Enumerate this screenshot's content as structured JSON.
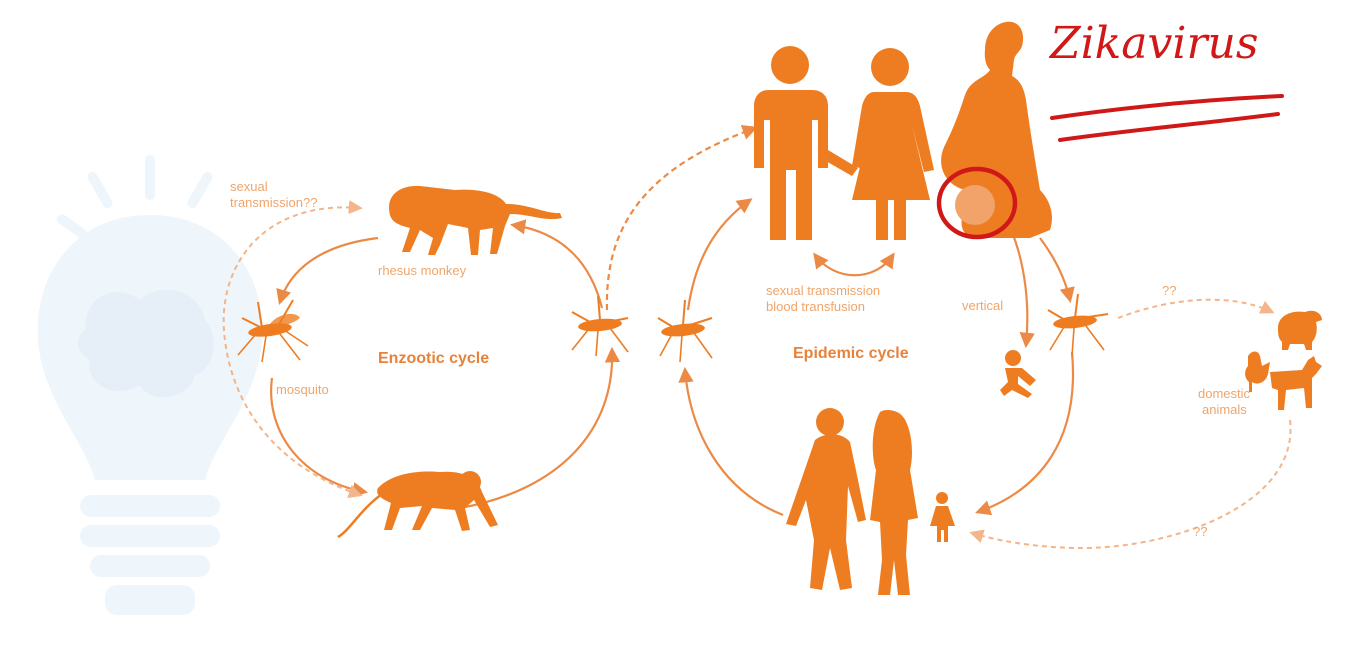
{
  "colors": {
    "figure": "#ee7d22",
    "arrow": "#ec8a45",
    "dashed": "#f3b589",
    "label": "#f0a56a",
    "annotation": "#d01818",
    "watermark": "#eef5fb"
  },
  "icons": [
    "lightbulb-brain-watermark",
    "monkey-icon",
    "mosquito-icon",
    "family-icon",
    "pregnant-woman-icon",
    "baby-icon",
    "pig-icon",
    "rooster-icon",
    "goat-icon",
    "couple-walking-icon",
    "child-icon"
  ],
  "enzootic": {
    "title": "Enzootic cycle",
    "sexual": [
      "sexual",
      "transmission??"
    ],
    "monkey_label": "rhesus monkey",
    "mosquito_label": "mosquito"
  },
  "epidemic": {
    "title": "Epidemic cycle",
    "human_transmission": [
      "sexual transmission",
      "blood transfusion"
    ],
    "vertical": "vertical",
    "unknown_top": "??",
    "unknown_bottom": "??",
    "animals": [
      "domestic",
      "animals"
    ]
  },
  "annotation": {
    "handwritten": "Zikavirus"
  }
}
